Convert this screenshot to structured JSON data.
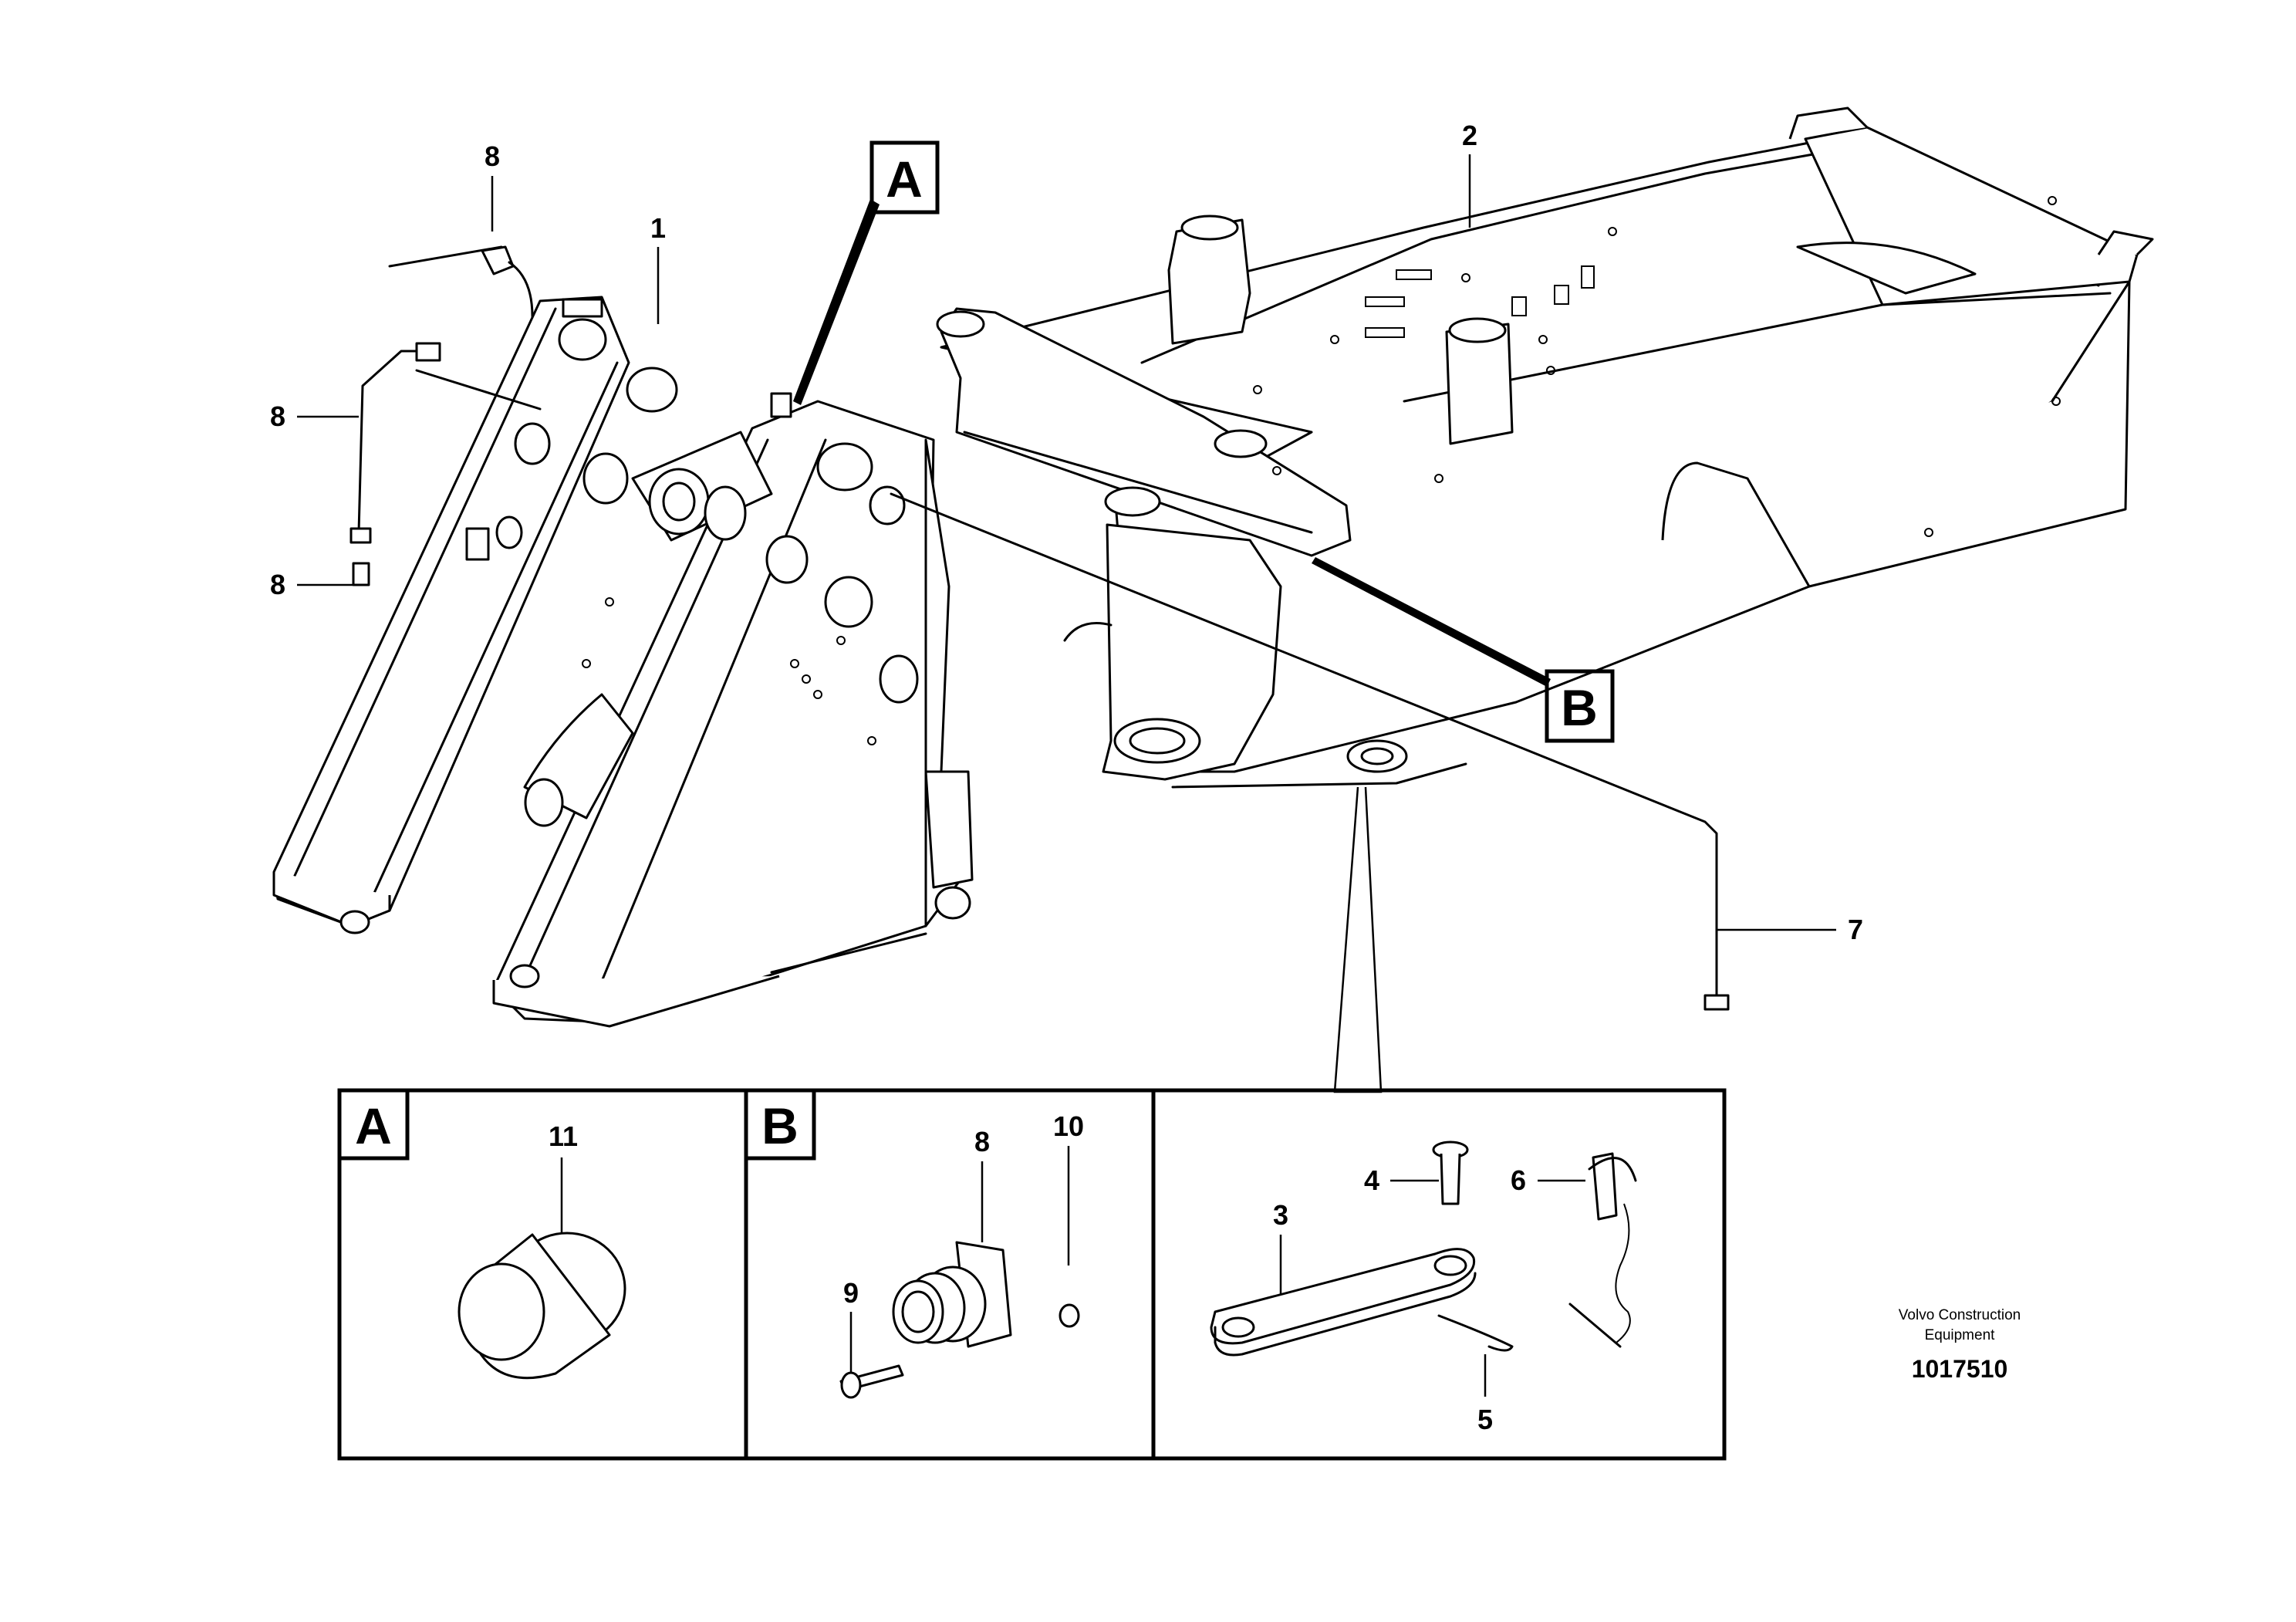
{
  "callouts": {
    "c1": "1",
    "c2": "2",
    "c3": "3",
    "c4": "4",
    "c5": "5",
    "c6": "6",
    "c7": "7",
    "c8_top": "8",
    "c8_left_upper": "8",
    "c8_left_lower": "8",
    "c8_detail_b": "8",
    "c9": "9",
    "c10": "10",
    "c11": "11"
  },
  "view_markers": {
    "a": "A",
    "b": "B"
  },
  "detail_panels": {
    "a_label": "A",
    "b_label": "B"
  },
  "credit": {
    "line1": "Volvo Construction",
    "line2": "Equipment"
  },
  "drawing_number": "1017510"
}
